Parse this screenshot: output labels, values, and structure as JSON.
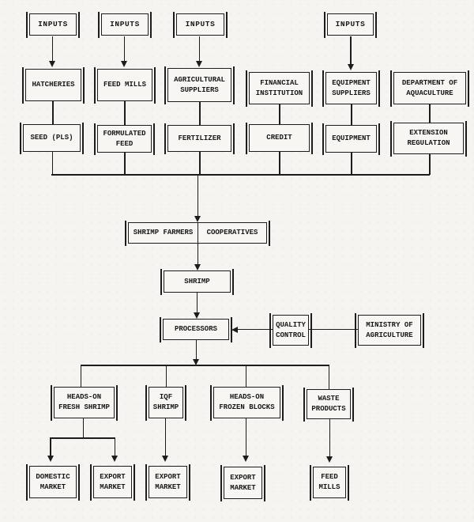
{
  "colors": {
    "ink": "#1c1c1c",
    "paper": "#f5f4f0"
  },
  "diagram": {
    "inputs_label": "INPUTS",
    "supply_chain": [
      {
        "supplier": "HATCHERIES",
        "input": "SEED (PLS)"
      },
      {
        "supplier": "FEED MILLS",
        "input": "FORMULATED\nFEED"
      },
      {
        "supplier": "AGRICULTURAL\nSUPPLIERS",
        "input": "FERTILIZER"
      },
      {
        "supplier": "FINANCIAL\nINSTITUTION",
        "input": "CREDIT"
      },
      {
        "supplier": "EQUIPMENT\nSUPPLIERS",
        "input": "EQUIPMENT"
      },
      {
        "supplier": "DEPARTMENT OF\nAQUACULTURE",
        "input": "EXTENSION\nREGULATION"
      }
    ],
    "farmers": {
      "left": "SHRIMP FARMERS",
      "right": "COOPERATIVES"
    },
    "shrimp_label": "SHRIMP",
    "processors_label": "PROCESSORS",
    "quality_control_label": "QUALITY\nCONTROL",
    "ministry_label": "MINISTRY OF\nAGRICULTURE",
    "products": [
      {
        "name": "HEADS-ON\nFRESH SHRIMP",
        "markets": [
          "DOMESTIC\nMARKET",
          "EXPORT\nMARKET"
        ]
      },
      {
        "name": "IQF\nSHRIMP",
        "markets": [
          "EXPORT\nMARKET"
        ]
      },
      {
        "name": "HEADS-ON\nFROZEN BLOCKS",
        "markets": [
          "EXPORT\nMARKET"
        ]
      },
      {
        "name": "WASTE\nPRODUCTS",
        "markets": [
          "FEED\nMILLS"
        ]
      }
    ]
  }
}
